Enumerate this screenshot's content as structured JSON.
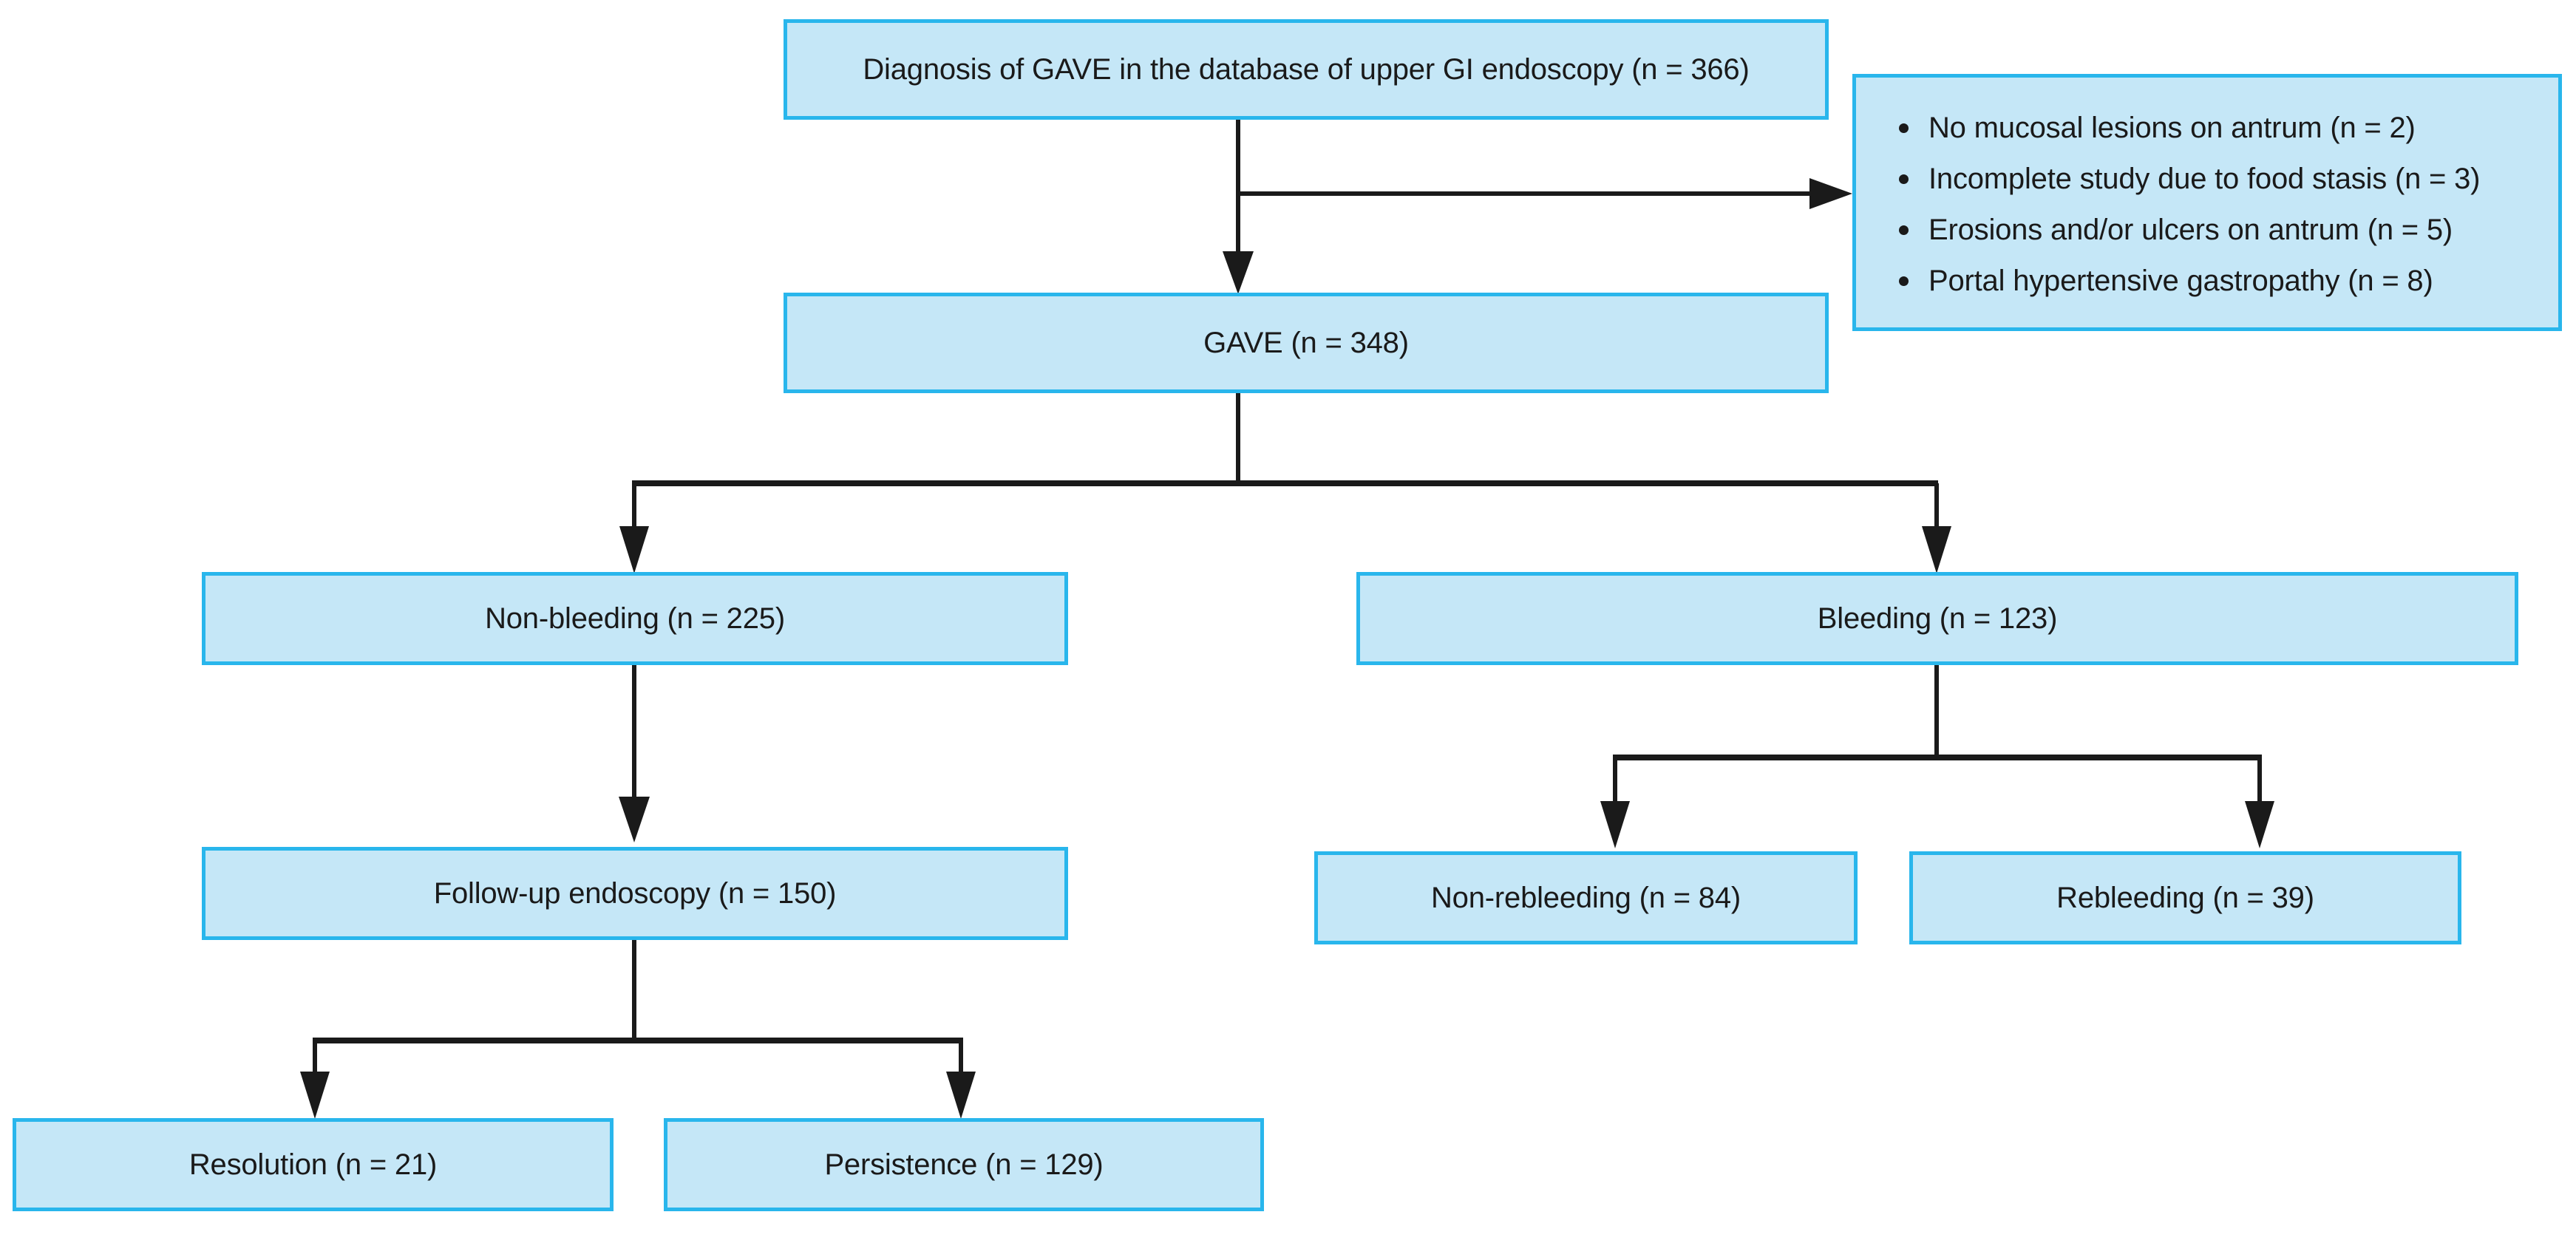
{
  "diagram": {
    "type": "flowchart",
    "title": "GAVE patient selection and outcomes flow diagram",
    "palette": {
      "box_fill": "#C5E7F7",
      "box_border": "#29B6EC",
      "connector": "#1A1A1A",
      "background": "#FFFFFF",
      "text": "#1A1A1A"
    },
    "nodes": {
      "source": {
        "label": "Diagnosis of GAVE in the database of upper GI endoscopy (n = 366)",
        "n": 366
      },
      "excluded": {
        "items": [
          {
            "label": "No mucosal lesions on antrum (n = 2)",
            "n": 2
          },
          {
            "label": "Incomplete study due to food stasis (n = 3)",
            "n": 3
          },
          {
            "label": "Erosions and/or ulcers on antrum (n = 5)",
            "n": 5
          },
          {
            "label": "Portal hypertensive gastropathy (n = 8)",
            "n": 8
          }
        ]
      },
      "gave": {
        "label": "GAVE (n = 348)",
        "n": 348
      },
      "non_bleeding": {
        "label": "Non-bleeding (n = 225)",
        "n": 225
      },
      "bleeding": {
        "label": "Bleeding (n = 123)",
        "n": 123
      },
      "follow_up": {
        "label": "Follow-up endoscopy (n = 150)",
        "n": 150
      },
      "non_rebleeding": {
        "label": "Non-rebleeding (n = 84)",
        "n": 84
      },
      "rebleeding": {
        "label": "Rebleeding (n = 39)",
        "n": 39
      },
      "resolution": {
        "label": "Resolution (n = 21)",
        "n": 21
      },
      "persistence": {
        "label": "Persistence (n = 129)",
        "n": 129
      }
    },
    "edges": [
      {
        "from": "source",
        "to": "gave",
        "kind": "vertical-arrow"
      },
      {
        "from": "source",
        "to": "excluded",
        "kind": "horizontal-branch-arrow"
      },
      {
        "from": "gave",
        "to": "non_bleeding",
        "kind": "split-arrow"
      },
      {
        "from": "gave",
        "to": "bleeding",
        "kind": "split-arrow"
      },
      {
        "from": "non_bleeding",
        "to": "follow_up",
        "kind": "vertical-arrow"
      },
      {
        "from": "bleeding",
        "to": "non_rebleeding",
        "kind": "split-arrow"
      },
      {
        "from": "bleeding",
        "to": "rebleeding",
        "kind": "split-arrow"
      },
      {
        "from": "follow_up",
        "to": "resolution",
        "kind": "split-arrow"
      },
      {
        "from": "follow_up",
        "to": "persistence",
        "kind": "split-arrow"
      }
    ]
  }
}
